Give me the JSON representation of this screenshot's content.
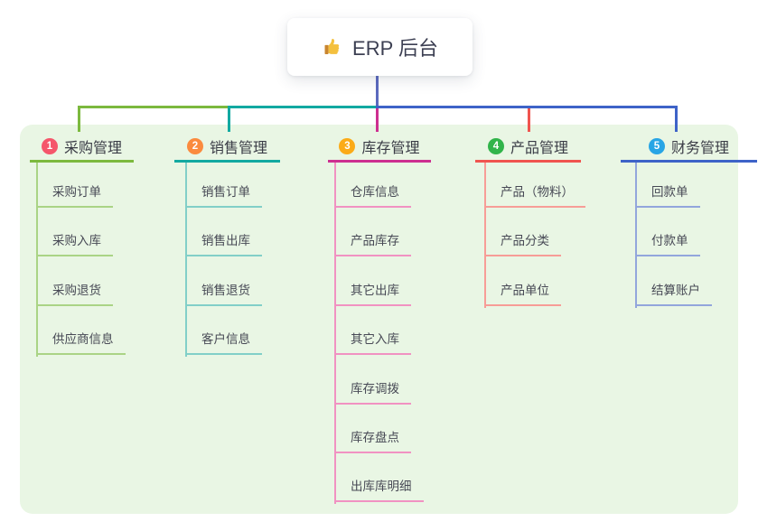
{
  "root": {
    "label": "ERP 后台",
    "icon": "thumbs-up-icon",
    "card_bg": "#ffffff",
    "text_color": "#3c3f52"
  },
  "canvas": {
    "bg": "#ffffff",
    "panel_bg": "#e9f6e4",
    "root_line_color": "#5c6abf",
    "title_text_color": "#3a3c46",
    "child_text_color": "#474955"
  },
  "branches": [
    {
      "num": "1",
      "label": "采购管理",
      "badge_color": "#f5566b",
      "line_color": "#7cb93e",
      "child_line_color": "#aad485",
      "children": [
        "采购订单",
        "采购入库",
        "采购退货",
        "供应商信息"
      ]
    },
    {
      "num": "2",
      "label": "销售管理",
      "badge_color": "#fb8b3e",
      "line_color": "#12a9a1",
      "child_line_color": "#82cfc8",
      "children": [
        "销售订单",
        "销售出库",
        "销售退货",
        "客户信息"
      ]
    },
    {
      "num": "3",
      "label": "库存管理",
      "badge_color": "#fbab18",
      "line_color": "#cd2f90",
      "child_line_color": "#f192c2",
      "children": [
        "仓库信息",
        "产品库存",
        "其它出库",
        "其它入库",
        "库存调拨",
        "库存盘点",
        "出库库明细"
      ]
    },
    {
      "num": "4",
      "label": "产品管理",
      "badge_color": "#31b44a",
      "line_color": "#f0544f",
      "child_line_color": "#f79d97",
      "children": [
        "产品（物料）",
        "产品分类",
        "产品单位"
      ]
    },
    {
      "num": "5",
      "label": "财务管理",
      "badge_color": "#28a5e5",
      "line_color": "#3e63c8",
      "child_line_color": "#92a6dc",
      "children": [
        "回款单",
        "付款单",
        "结算账户"
      ]
    }
  ]
}
